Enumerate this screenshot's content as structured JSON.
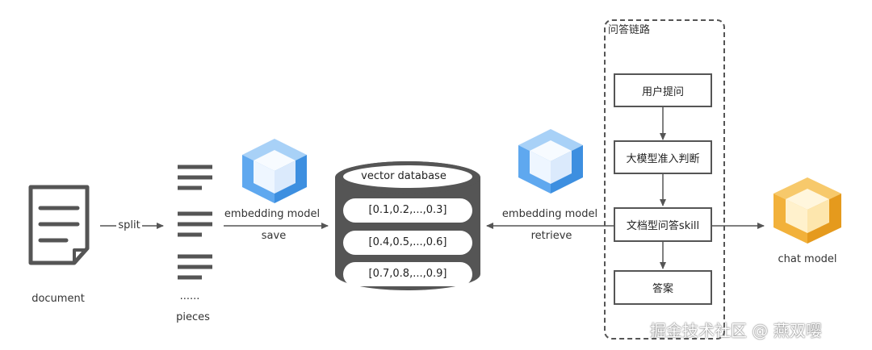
{
  "document": {
    "label": "document"
  },
  "split_label": "split",
  "pieces": {
    "ellipsis": "......",
    "label": "pieces"
  },
  "embed_save": {
    "model_label": "embedding model",
    "action_label": "save"
  },
  "database": {
    "title": "vector database",
    "rows": [
      "[0.1,0.2,...,0.3]",
      "[0.4,0.5,...,0.6]",
      "[0.7,0.8,...,0.9]"
    ]
  },
  "embed_retrieve": {
    "model_label": "embedding model",
    "action_label": "retrieve"
  },
  "qa_panel": {
    "title": "问答链路",
    "steps": [
      "用户提问",
      "大模型准入判断",
      "文档型问答skill",
      "答案"
    ]
  },
  "chat_model": {
    "label": "chat model"
  },
  "watermark": "掘金技术社区 @ 燕双嘤",
  "colors": {
    "blue_cube_top": "#a8d1f7",
    "blue_cube_left": "#5fa8ef",
    "blue_cube_right": "#3d8fe0",
    "orange_cube_top": "#f7c96b",
    "orange_cube_left": "#f2b13a",
    "orange_cube_right": "#e59a1d",
    "stroke": "#555555"
  }
}
